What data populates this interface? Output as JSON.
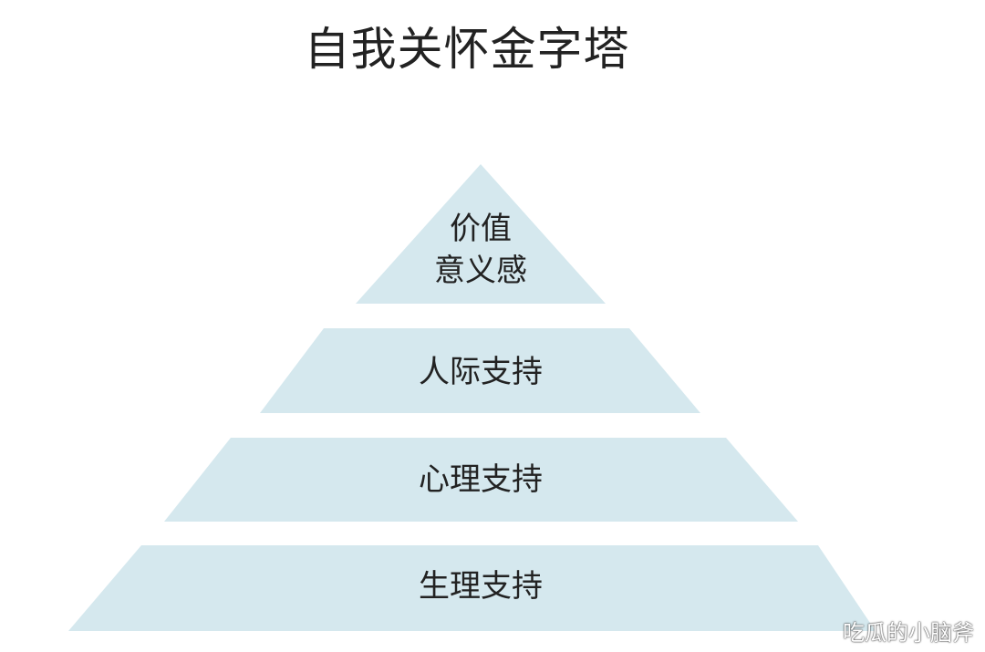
{
  "title": "自我关怀金字塔",
  "fill_color": "#d5e8ee",
  "levels": [
    {
      "line1": "价值",
      "line2": "意义感"
    },
    {
      "label": "人际支持"
    },
    {
      "label": "心理支持"
    },
    {
      "label": "生理支持"
    }
  ],
  "watermark": "吃瓜的小脑斧"
}
